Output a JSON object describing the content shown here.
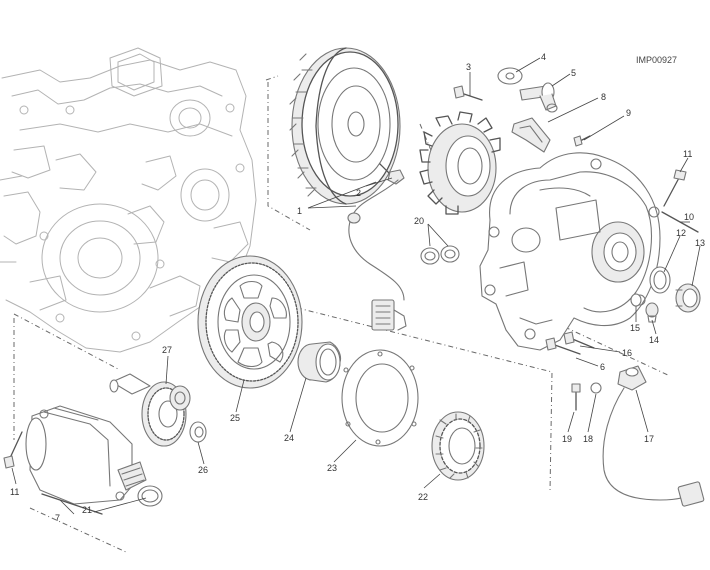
{
  "diagram": {
    "reference_code": "IMP00927",
    "accent_line": "#777777",
    "callouts": [
      {
        "id": "c1",
        "label": "1"
      },
      {
        "id": "c2",
        "label": "2"
      },
      {
        "id": "c3",
        "label": "3"
      },
      {
        "id": "c4",
        "label": "4"
      },
      {
        "id": "c5",
        "label": "5"
      },
      {
        "id": "c6",
        "label": "6"
      },
      {
        "id": "c7",
        "label": "7"
      },
      {
        "id": "c8",
        "label": "8"
      },
      {
        "id": "c9",
        "label": "9"
      },
      {
        "id": "c10",
        "label": "10"
      },
      {
        "id": "c11a",
        "label": "11"
      },
      {
        "id": "c11b",
        "label": "11"
      },
      {
        "id": "c12",
        "label": "12"
      },
      {
        "id": "c13",
        "label": "13"
      },
      {
        "id": "c14",
        "label": "14"
      },
      {
        "id": "c15",
        "label": "15"
      },
      {
        "id": "c16",
        "label": "16"
      },
      {
        "id": "c17",
        "label": "17"
      },
      {
        "id": "c18",
        "label": "18"
      },
      {
        "id": "c19",
        "label": "19"
      },
      {
        "id": "c20",
        "label": "20"
      },
      {
        "id": "c21",
        "label": "21"
      },
      {
        "id": "c22",
        "label": "22"
      },
      {
        "id": "c23",
        "label": "23"
      },
      {
        "id": "c24",
        "label": "24"
      },
      {
        "id": "c25",
        "label": "25"
      },
      {
        "id": "c26",
        "label": "26"
      },
      {
        "id": "c27",
        "label": "27"
      }
    ]
  }
}
